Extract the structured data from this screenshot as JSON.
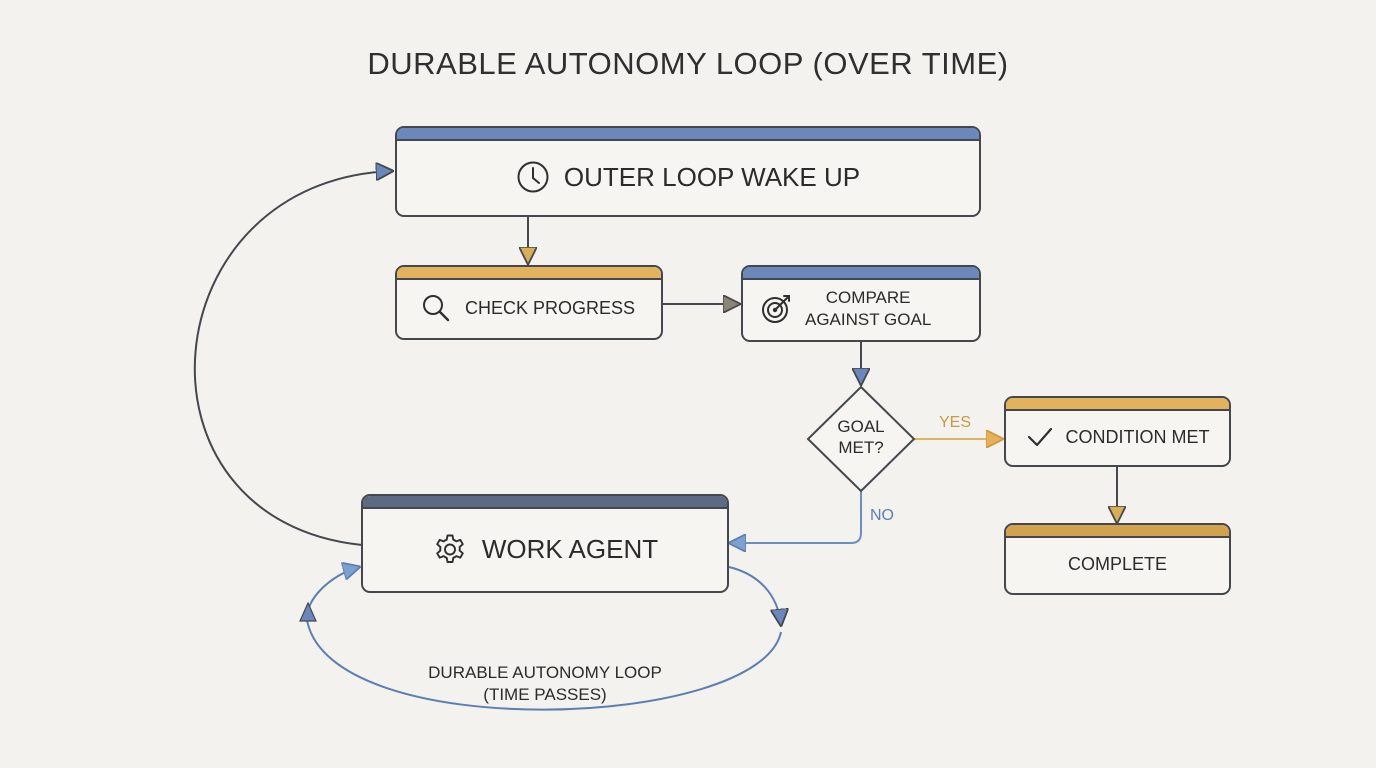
{
  "diagram": {
    "title": "DURABLE AUTONOMY LOOP (OVER TIME)",
    "nodes": {
      "outer_loop_wake_up": {
        "label": "OUTER LOOP WAKE UP",
        "icon": "clock-icon",
        "accent": "#6b87bb"
      },
      "check_progress": {
        "label": "CHECK PROGRESS",
        "icon": "magnifier-icon",
        "accent": "#e2b25c"
      },
      "compare_against_goal": {
        "label": "COMPARE\nAGAINST GOAL",
        "icon": "target-icon",
        "accent": "#6b87bb"
      },
      "goal_met": {
        "label": "GOAL\nMET?"
      },
      "condition_met": {
        "label": "CONDITION MET",
        "icon": "checkmark-icon",
        "accent": "#e2b25c"
      },
      "complete": {
        "label": "COMPLETE",
        "accent": "#d3a24f"
      },
      "work_agent": {
        "label": "WORK AGENT",
        "icon": "gear-icon",
        "accent": "#5d6a85"
      }
    },
    "edges": {
      "yes_label": "YES",
      "no_label": "NO",
      "loop_label": "DURABLE AUTONOMY LOOP\n(TIME PASSES)"
    },
    "colors": {
      "border": "#44484d",
      "yes_arrow": "#e0b35e",
      "no_arrow": "#6b8fc4",
      "background": "#f3f2ee"
    }
  }
}
